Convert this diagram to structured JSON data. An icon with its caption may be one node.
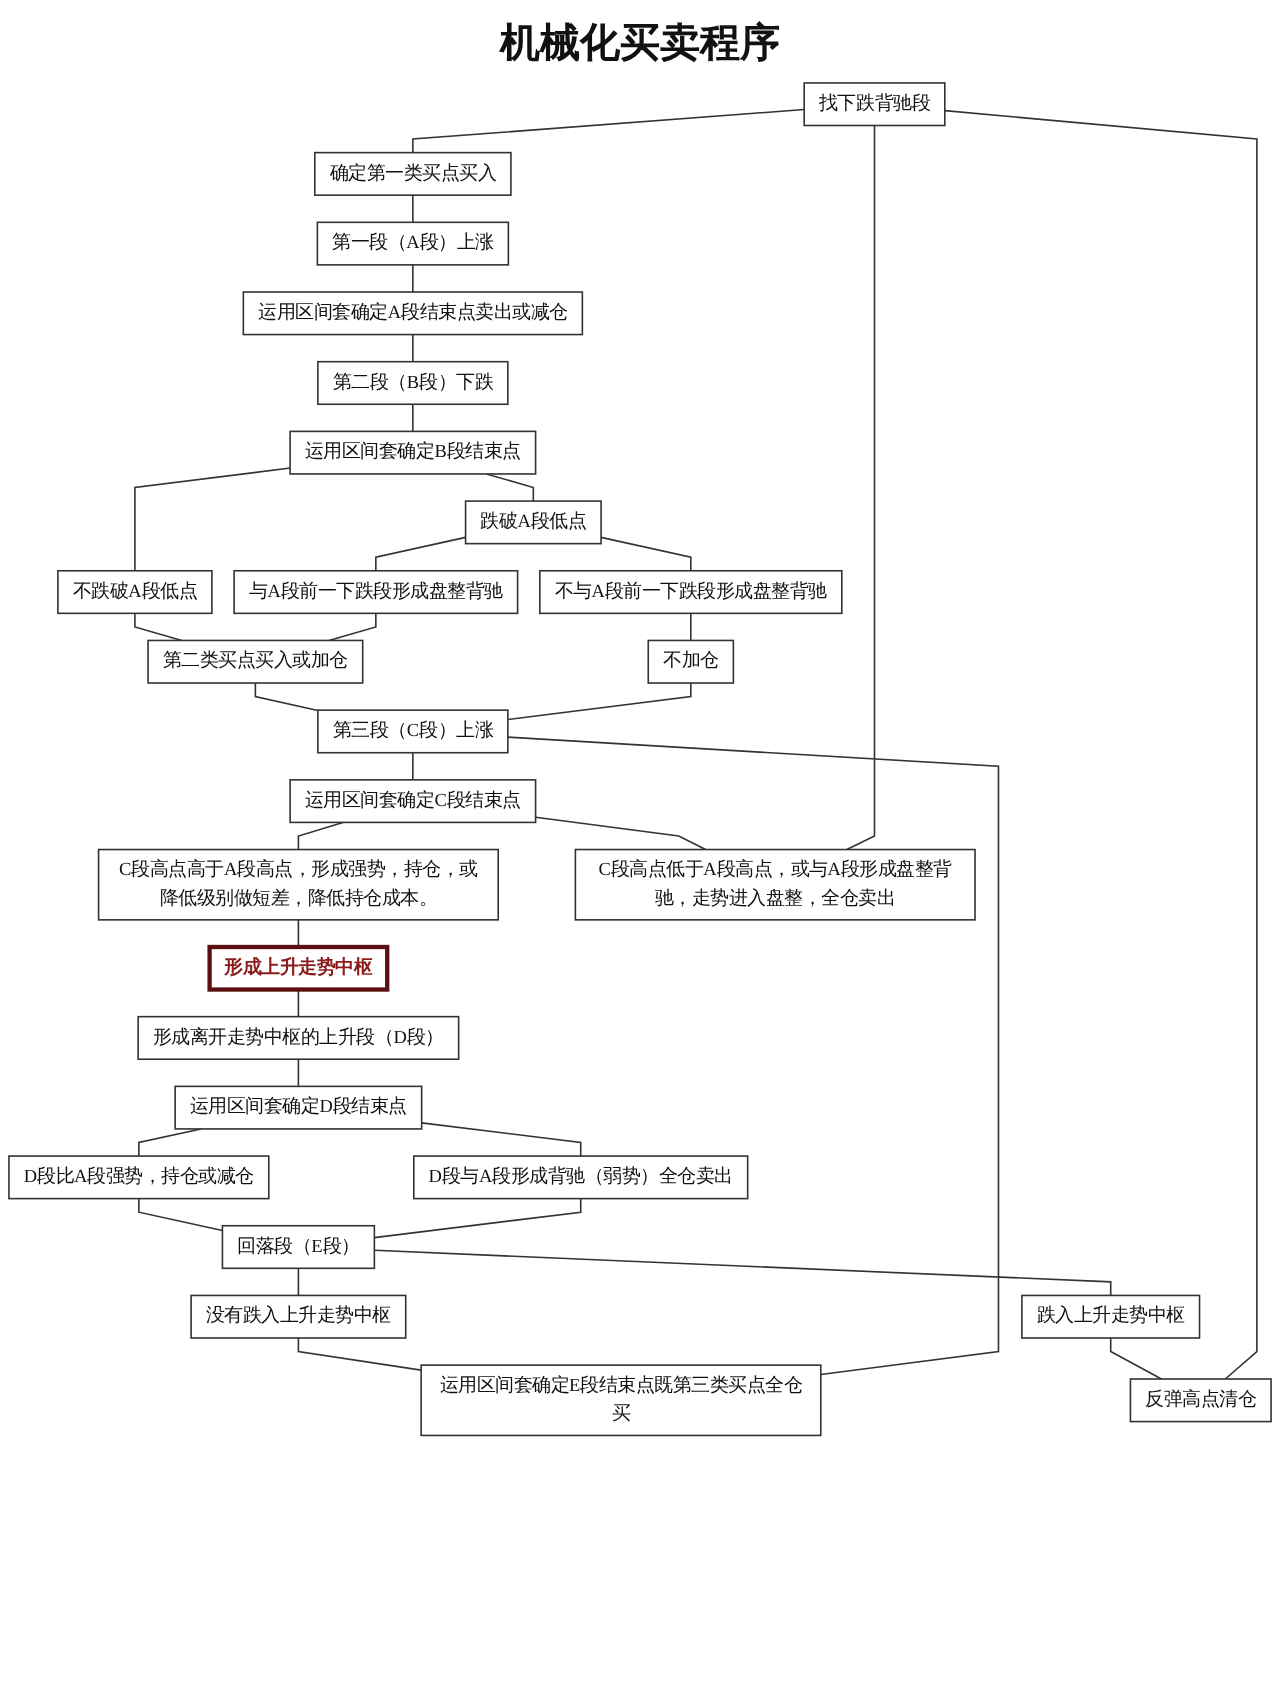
{
  "diagram": {
    "title": "机械化买卖程序",
    "nodes": [
      {
        "text": [
          "找下跌背驰段"
        ]
      },
      {
        "text": [
          "确定第一类买点买入"
        ]
      },
      {
        "text": [
          "第一段（A段）上涨"
        ]
      },
      {
        "text": [
          "运用区间套确定A段结束点卖出或减仓"
        ]
      },
      {
        "text": [
          "第二段（B段）下跌"
        ]
      },
      {
        "text": [
          "运用区间套确定B段结束点"
        ]
      },
      {
        "text": [
          "不跌破A段低点"
        ]
      },
      {
        "text": [
          "跌破A段低点"
        ]
      },
      {
        "text": [
          "与A段前一下跌段形成盘整背驰"
        ]
      },
      {
        "text": [
          "不与A段前一下跌段形成盘整背驰"
        ]
      },
      {
        "text": [
          "第二类买点买入或加仓"
        ]
      },
      {
        "text": [
          "不加仓"
        ]
      },
      {
        "text": [
          "第三段（C段）上涨"
        ]
      },
      {
        "text": [
          "运用区间套确定C段结束点"
        ]
      },
      {
        "text": [
          "C段高点高于A段高点，形成强势，持仓，或降低级别做短差，降低持仓成本。"
        ]
      },
      {
        "text": [
          "C段高点低于A段高点，或与A段形成盘整背驰，走势进入盘整，全仓卖出"
        ]
      },
      {
        "text": [
          "形成上升走势中枢"
        ]
      },
      {
        "text": [
          "形成离开走势中枢的上升段（D段）"
        ]
      },
      {
        "text": [
          "运用区间套确定D段结束点"
        ]
      },
      {
        "text": [
          "D段比A段强势，持仓或减仓"
        ]
      },
      {
        "text": [
          "D段与A段形成背驰（弱势）全仓卖出"
        ]
      },
      {
        "text": [
          "回落段（E段）"
        ]
      },
      {
        "text": [
          "没有跌入上升走势中枢"
        ]
      },
      {
        "text": [
          "跌入上升走势中枢"
        ]
      },
      {
        "text": [
          "运用区间套确定E段结束点既第三类买点全仓买"
        ]
      },
      {
        "text": [
          "反弹高点清仓"
        ]
      }
    ],
    "edges": [
      {
        "from": 0,
        "to": 1,
        "arrow": "none"
      },
      {
        "from": 1,
        "to": 2,
        "arrow": "none"
      },
      {
        "from": 2,
        "to": 3,
        "arrow": "none"
      },
      {
        "from": 3,
        "to": 4,
        "arrow": "none"
      },
      {
        "from": 4,
        "to": 5,
        "arrow": "none"
      },
      {
        "from": 5,
        "to": 6,
        "arrow": "none"
      },
      {
        "from": 5,
        "to": 7,
        "arrow": "none"
      },
      {
        "from": 7,
        "to": 8,
        "arrow": "none"
      },
      {
        "from": 7,
        "to": 9,
        "arrow": "none"
      },
      {
        "from": 6,
        "to": 10,
        "arrow": "none"
      },
      {
        "from": 8,
        "to": 10,
        "arrow": "none"
      },
      {
        "from": 9,
        "to": 11,
        "arrow": "none"
      },
      {
        "from": 10,
        "to": 12,
        "arrow": "none"
      },
      {
        "from": 11,
        "to": 12,
        "arrow": "none"
      },
      {
        "from": 12,
        "to": 13,
        "arrow": "none"
      },
      {
        "from": 13,
        "to": 14,
        "arrow": "none"
      },
      {
        "from": 13,
        "to": 15,
        "arrow": "none"
      },
      {
        "from": 14,
        "to": 16,
        "arrow": "none"
      },
      {
        "from": 16,
        "to": 17,
        "arrow": "none"
      },
      {
        "from": 17,
        "to": 18,
        "arrow": "none"
      },
      {
        "from": 18,
        "to": 19,
        "arrow": "none"
      },
      {
        "from": 18,
        "to": 20,
        "arrow": "none"
      },
      {
        "from": 19,
        "to": 21,
        "arrow": "none"
      },
      {
        "from": 20,
        "to": 21,
        "arrow": "none"
      },
      {
        "from": 21,
        "to": 22,
        "arrow": "none"
      },
      {
        "from": 21,
        "to": 23,
        "arrow": "none"
      },
      {
        "from": 22,
        "to": 24,
        "arrow": "none"
      },
      {
        "from": 23,
        "to": 25,
        "arrow": "none"
      },
      {
        "from": 12,
        "to": 24,
        "arrow": "none"
      },
      {
        "from": 0,
        "to": 15,
        "arrow": "none"
      },
      {
        "from": 0,
        "to": 25,
        "arrow": "none"
      }
    ]
  }
}
